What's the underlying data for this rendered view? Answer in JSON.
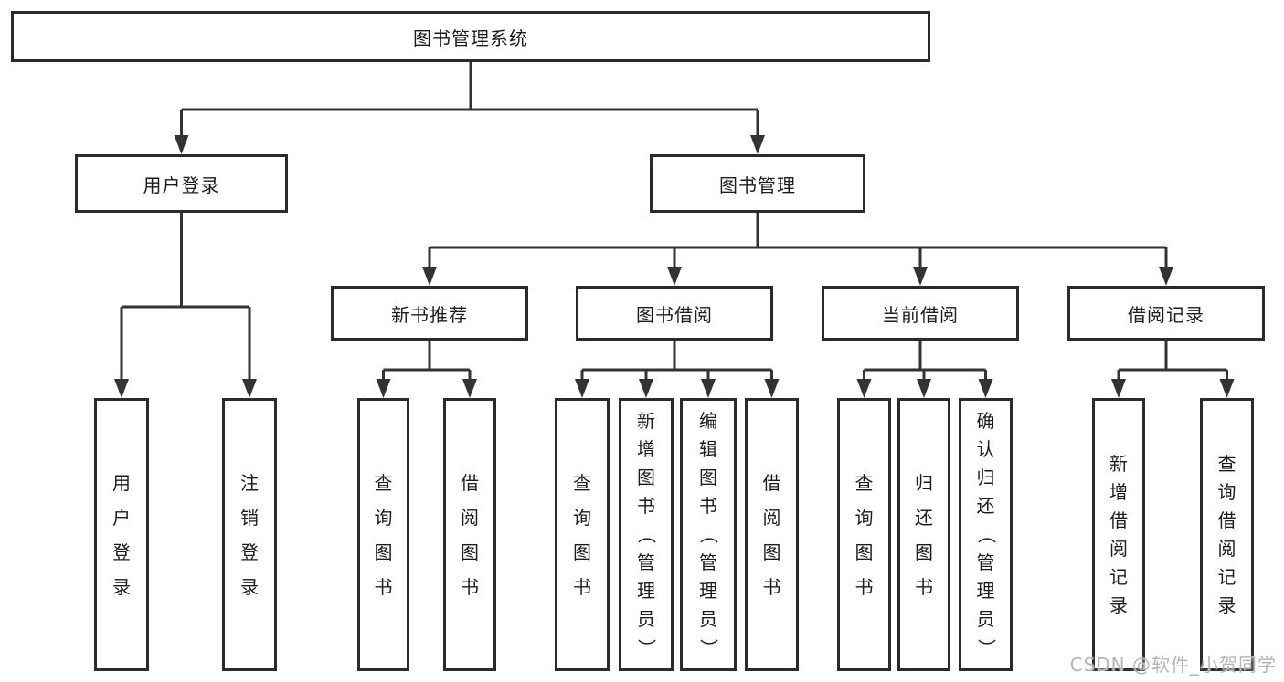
{
  "title": "图书管理系统",
  "level2": {
    "user_login": "用户登录",
    "book_mgmt": "图书管理"
  },
  "level3": {
    "new_book_rec": "新书推荐",
    "book_borrow": "图书借阅",
    "current_borrow": "当前借阅",
    "borrow_record": "借阅记录"
  },
  "leaves": {
    "user_login": [
      "用户登录",
      "注销登录"
    ],
    "new_book_rec": [
      "查询图书",
      "借阅图书"
    ],
    "book_borrow": [
      "查询图书",
      "新增图书（管理员）",
      "编辑图书（管理员）",
      "借阅图书"
    ],
    "current_borrow": [
      "查询图书",
      "归还图书",
      "确认归还（管理员）"
    ],
    "borrow_record": [
      "新增借阅记录",
      "查询借阅记录"
    ]
  },
  "watermark": "CSDN @软件_小贺同学",
  "colors": {
    "line": "#333333",
    "border": "#2b2b2b",
    "text": "#1c1c1c",
    "background": "#ffffff",
    "watermark": "#b5b5b5"
  }
}
